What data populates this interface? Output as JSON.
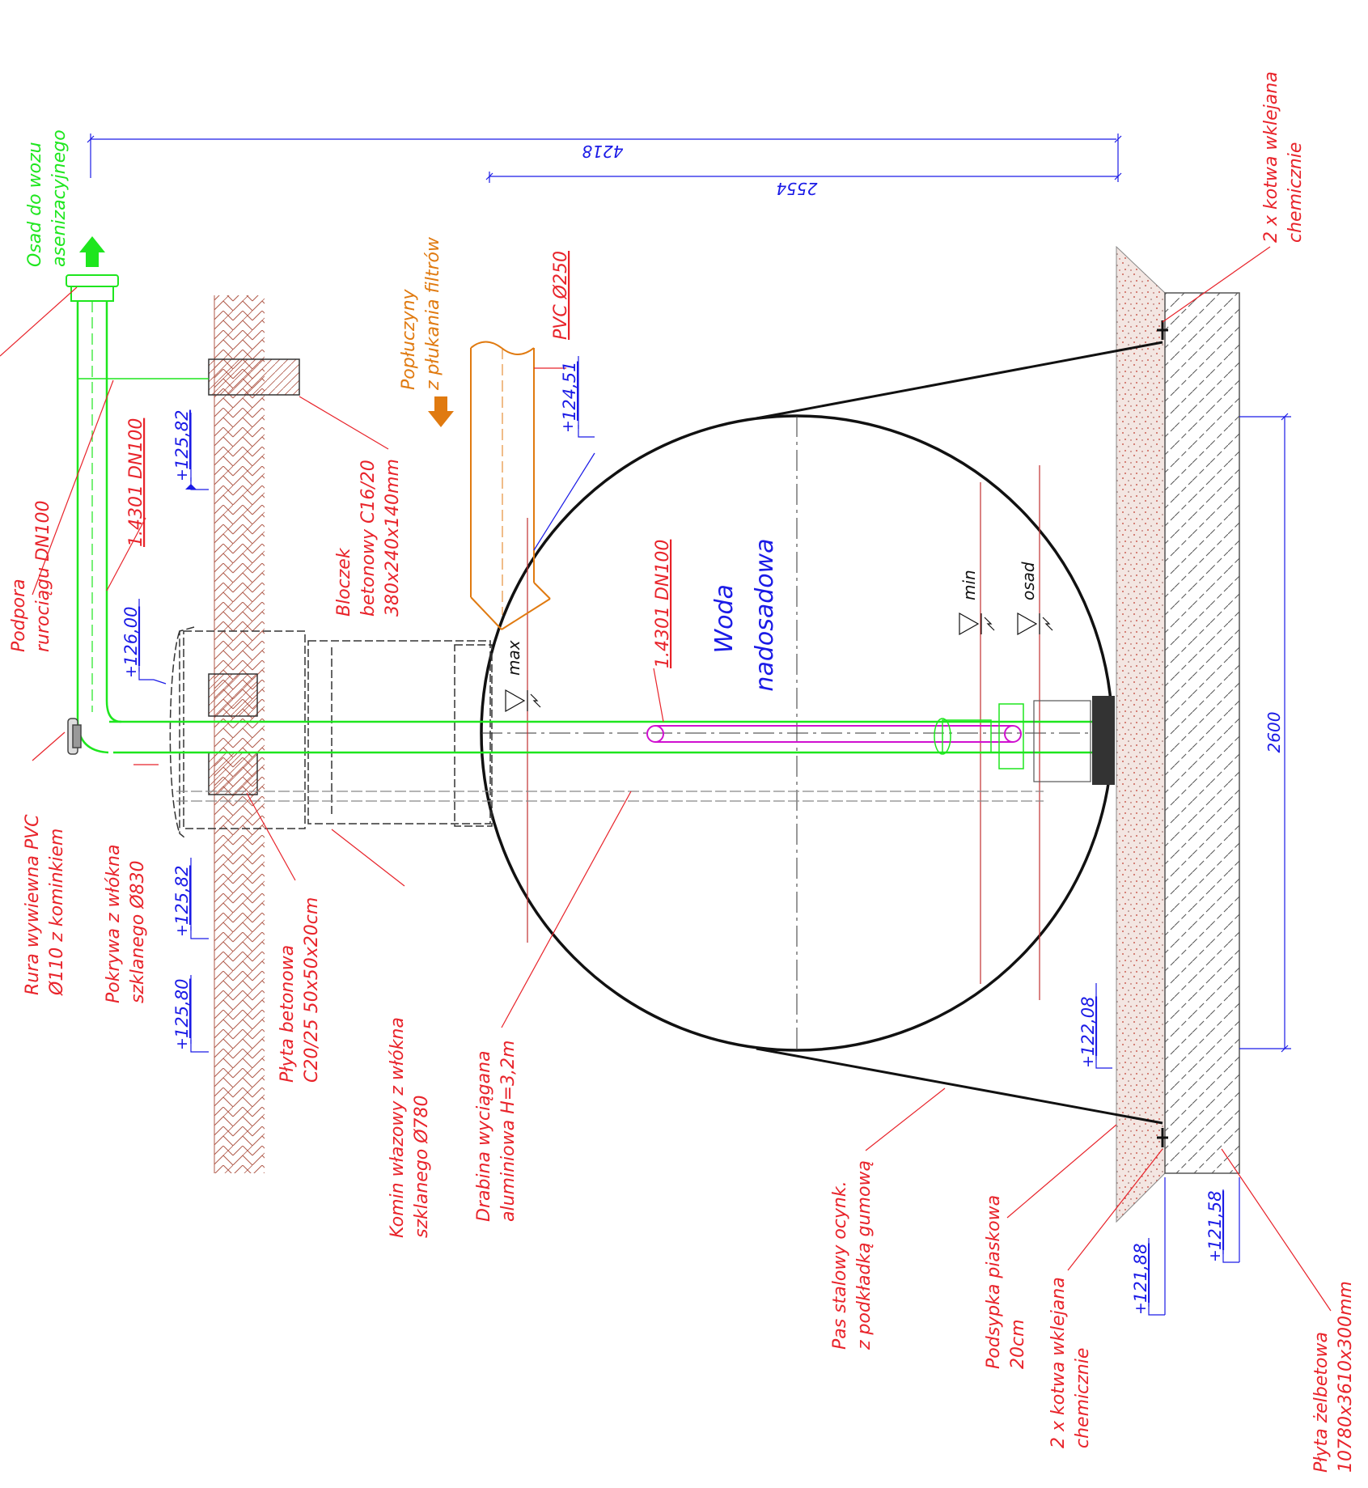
{
  "colors": {
    "annotation": "#e8232a",
    "dimension": "#1a1ae6",
    "outlet_pipe": "#1ee61e",
    "inflow": "#e07a10",
    "ladder": "#d010d0",
    "outline": "#111111",
    "soil_hatch": "#b05a4a",
    "sand_fill": "#f3e6e2"
  },
  "dimensions": {
    "overall_length": "4218",
    "strap_span": "2554",
    "tank_diameter": "2600"
  },
  "levels": {
    "ground_left_support": "125,82",
    "inlet_pipe": "124,51",
    "manhole_top": "126,00",
    "ground_mid": "125,82",
    "ground_low": "125,80",
    "tank_bottom": "122,08",
    "slab_edge": "121,88",
    "slab_bottom": "121,58"
  },
  "water_levels": {
    "max": "max",
    "min": "min",
    "sludge": "osad"
  },
  "labels": {
    "sludge_outlet": [
      "Osad do wozu",
      "asenizacyjnego"
    ],
    "anchors_top": [
      "2 x kotwa wklejana",
      "chemicznie"
    ],
    "backwash": [
      "Popłuczyny",
      "z płukania filtrów"
    ],
    "pvc_inlet": "PVC  Ø250",
    "block": [
      "Bloczek",
      "betonowy C16/20",
      "380x240x140mm"
    ],
    "riser_pipe": "1.4301 DN100",
    "pipe_support": [
      "Podpora",
      "rurociągu DN100"
    ],
    "inner_pipe": "1.4301 DN100",
    "supernatant": [
      "Woda",
      "nadosadowa"
    ],
    "vent_pipe": [
      "Rura wywiewna PVC",
      "Ø110  z kominkiem"
    ],
    "cover": [
      "Pokrywa z włókna",
      "szklanego  Ø830"
    ],
    "concrete_slab": [
      "Płyta betonowa",
      "C20/25 50x50x20cm"
    ],
    "manhole_shaft": [
      "Komin włazowy z włókna",
      "szklanego  Ø780"
    ],
    "ladder": [
      "Drabina wyciągana",
      "aluminiowa H=3,2m"
    ],
    "steel_strap": [
      "Pas stalowy ocynk.",
      "z podkładką gumową"
    ],
    "sand_bedding": [
      "Podsypka piaskowa",
      "20cm"
    ],
    "anchors_bottom": [
      "2 x kotwa wklejana",
      "chemicznie"
    ],
    "rc_slab": [
      "Płyta żelbetowa",
      "10780x3610x300mm"
    ]
  }
}
